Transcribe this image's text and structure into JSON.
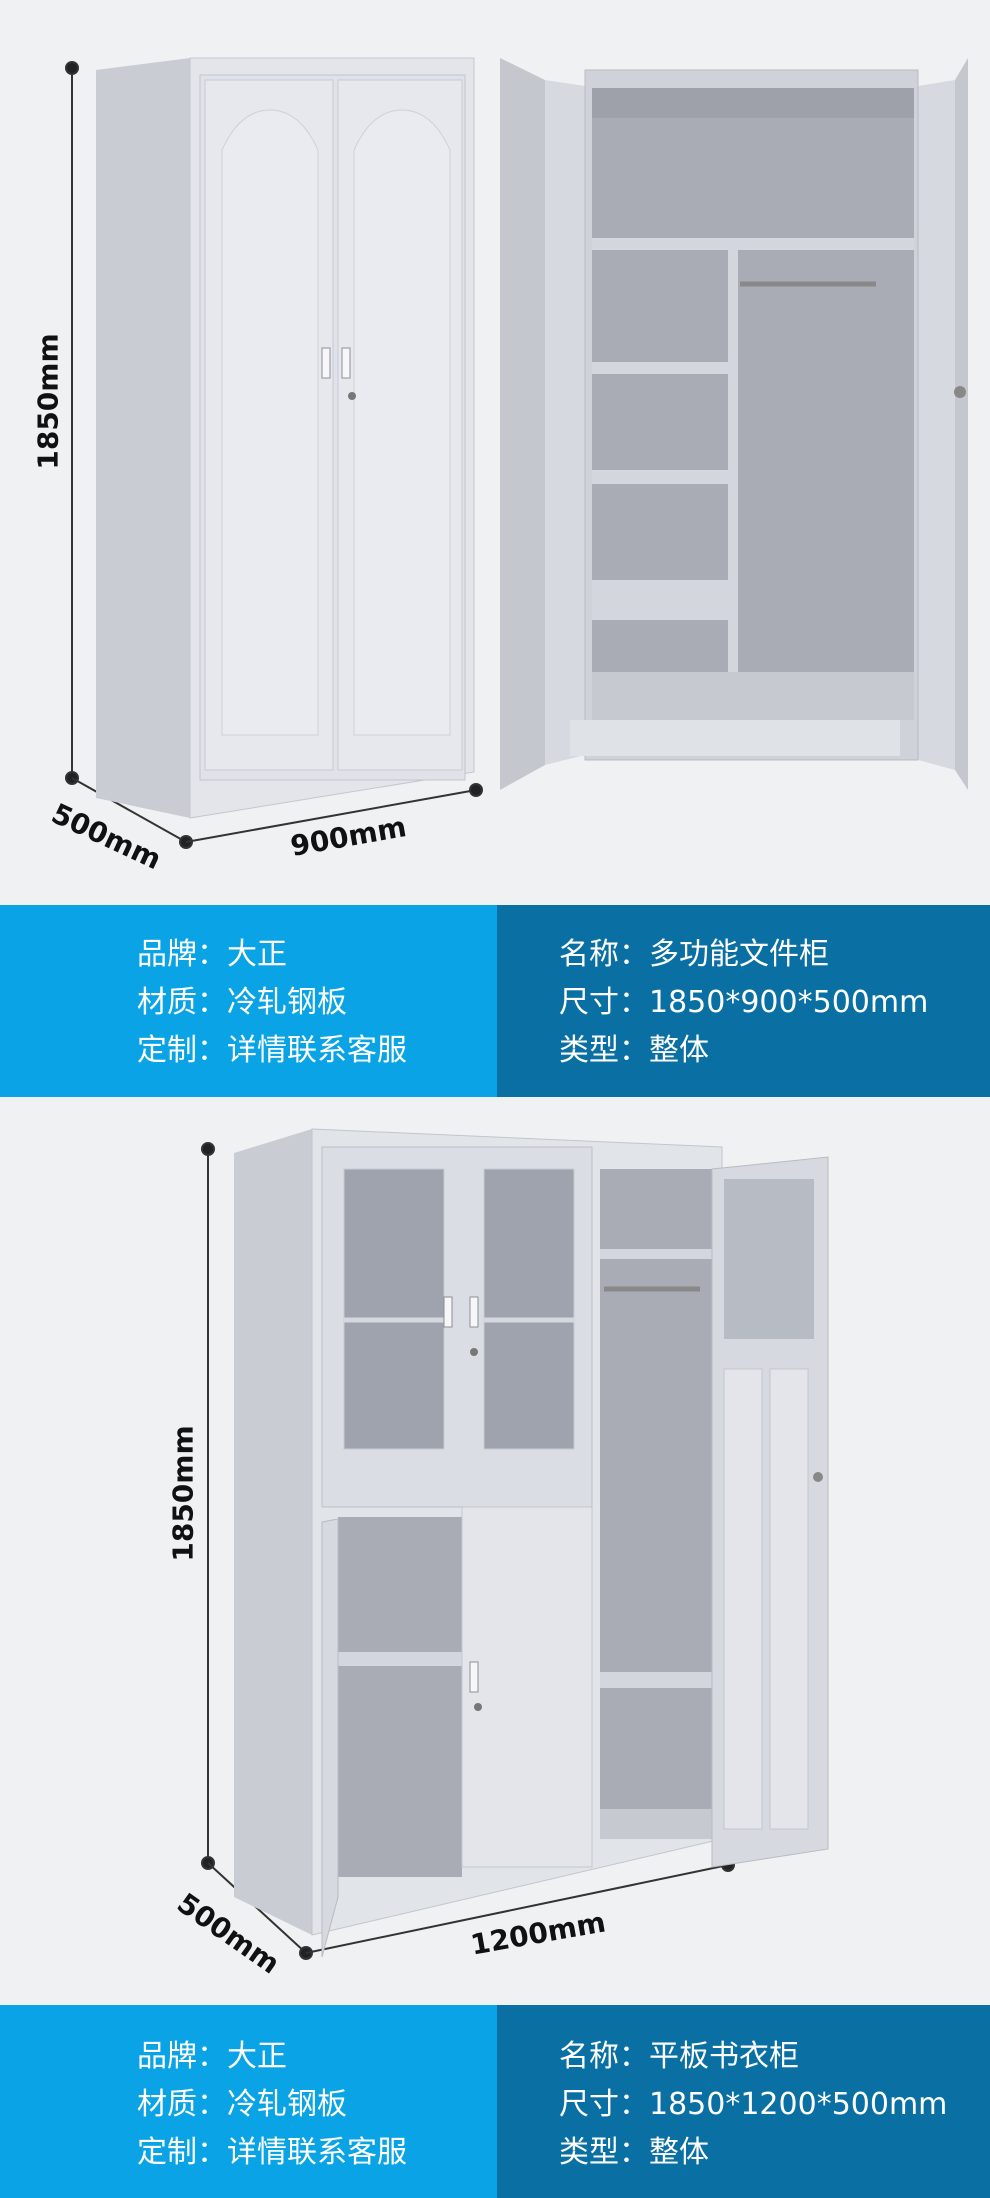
{
  "product1": {
    "dimensions": {
      "height": "1850mm",
      "width": "900mm",
      "depth": "500mm"
    },
    "specs_left": [
      {
        "key": "品牌",
        "value": "大正"
      },
      {
        "key": "材质",
        "value": "冷轧钢板"
      },
      {
        "key": "定制",
        "value": "详情联系客服"
      }
    ],
    "specs_right": [
      {
        "key": "名称",
        "value": "多功能文件柜"
      },
      {
        "key": "尺寸",
        "value": "1850*900*500mm"
      },
      {
        "key": "类型",
        "value": "整体"
      }
    ]
  },
  "product2": {
    "dimensions": {
      "height": "1850mm",
      "width": "1200mm",
      "depth": "500mm"
    },
    "specs_left": [
      {
        "key": "品牌",
        "value": "大正"
      },
      {
        "key": "材质",
        "value": "冷轧钢板"
      },
      {
        "key": "定制",
        "value": "详情联系客服"
      }
    ],
    "specs_right": [
      {
        "key": "名称",
        "value": "平板书衣柜"
      },
      {
        "key": "尺寸",
        "value": "1850*1200*500mm"
      },
      {
        "key": "类型",
        "value": "整体"
      }
    ]
  },
  "separator": "：",
  "colors": {
    "band_light": "#0aa4e6",
    "band_dark": "#0a6fa3",
    "cabinet": "#dde0e6"
  }
}
